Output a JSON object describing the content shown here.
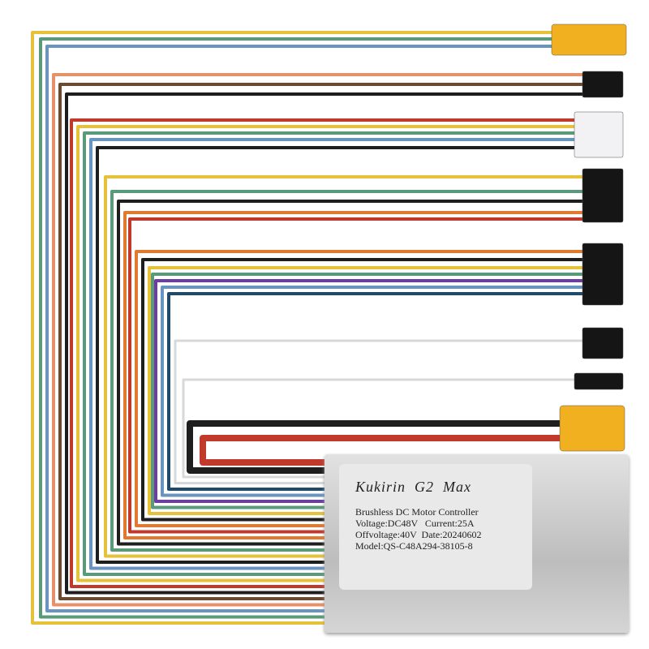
{
  "product": {
    "brand_line": "Kukirin  G2  Max",
    "description": "Brushless DC Motor Controller",
    "voltage_line": "Voltage:DC48V   Current:25A",
    "offvoltage_line": "Offvoltage:40V  Date:20240602",
    "model_line": "Model:QS-C48A294-38105-8"
  },
  "colors": {
    "yellow": "#e6c23a",
    "green": "#5a9a7a",
    "blue": "#6a94c0",
    "salmon": "#e8906a",
    "brown": "#6b4a32",
    "black": "#1e1e1e",
    "red": "#c0392b",
    "orange": "#e07a30",
    "purple": "#6a3fa0",
    "navy": "#1f4a6a",
    "white": "#d8d8d8",
    "connector_yellow": "#f0b020",
    "connector_black": "#151515",
    "connector_white": "#f2f2f4",
    "housing": "#c9c9c9"
  }
}
